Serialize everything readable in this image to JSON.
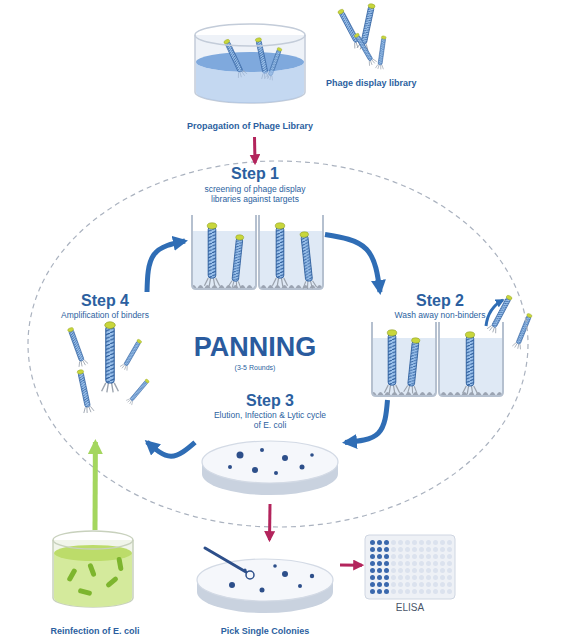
{
  "diagram": {
    "nodes": [
      {
        "text": [
          "Propagation of Phage Library"
        ]
      },
      {
        "text": [
          "PANNING",
          "(3-5 Rounds)"
        ]
      },
      {
        "text": [
          "Step 1",
          "screening of phage display libraries against targets"
        ],
        "in": 1
      },
      {
        "text": [
          "Step 2",
          "Wash away non-binders"
        ],
        "in": 1
      },
      {
        "text": [
          "Step 3",
          "Elution, Infection & Lytic cycle of E. coli"
        ],
        "in": 1
      },
      {
        "text": [
          "Step 4",
          "Amplification of binders"
        ],
        "in": 1
      },
      {
        "text": [
          "Reinfection of E. coli"
        ]
      },
      {
        "text": [
          "Pick Single Colonies"
        ]
      },
      {
        "text": [
          "ELISA"
        ]
      }
    ],
    "edges": [
      {
        "from": 0,
        "to": 2,
        "arrow": "to"
      },
      {
        "from": 2,
        "to": 3,
        "arrow": "to"
      },
      {
        "from": 3,
        "to": 4,
        "arrow": "to"
      },
      {
        "from": 4,
        "to": 5,
        "arrow": "to"
      },
      {
        "from": 5,
        "to": 2,
        "arrow": "to"
      },
      {
        "from": 6,
        "to": 5,
        "arrow": "to"
      },
      {
        "from": 4,
        "to": 7,
        "arrow": "to"
      },
      {
        "from": 7,
        "to": 8,
        "arrow": "to"
      }
    ],
    "labels": [
      "Phage display library"
    ]
  }
}
